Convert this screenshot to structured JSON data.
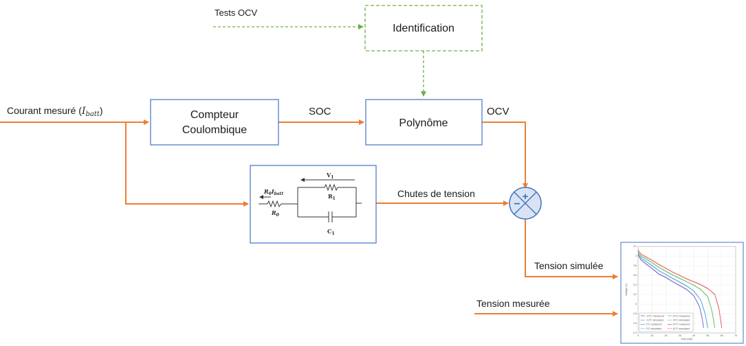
{
  "inputs": {
    "tests_ocv": "Tests OCV",
    "courant_prefix": "Courant mesuré (",
    "courant_symbol": "I",
    "courant_subscript": "batt",
    "courant_suffix": ")",
    "tension_mesuree": "Tension mesurée"
  },
  "blocks": {
    "identification": "Identification",
    "compteur_line1": "Compteur",
    "compteur_line2": "Coulombique",
    "polynome": "Polynôme"
  },
  "signals": {
    "soc": "SOC",
    "ocv": "OCV",
    "chutes": "Chutes de tension",
    "tension_simulee": "Tension simulée"
  },
  "circuit": {
    "v1_main": "V",
    "v1_sub": "1",
    "r1_main": "R",
    "r1_sub": "1",
    "r0_main": "R",
    "r0_sub": "0",
    "c1_main": "C",
    "c1_sub": "1",
    "r0i_main": "R",
    "r0i_sub": "0",
    "r0i_main2": "I",
    "r0i_sub2": "batt"
  },
  "summing_junction": {
    "plus": "+",
    "minus": "−"
  },
  "colors": {
    "signal": "#ed7d31",
    "identification": "#70ad47",
    "box_border": "#4472c4",
    "junction_fill": "#dae3f3"
  },
  "chart_data": {
    "type": "line",
    "xlabel": "Time (min)",
    "ylabel": "Voltage (V)",
    "xlim": [
      0,
      70
    ],
    "ylim": [
      2.4,
      4.2
    ],
    "x_ticks": [
      "0",
      "10",
      "20",
      "30",
      "40",
      "50",
      "60",
      "70"
    ],
    "y_ticks": [
      "2.4",
      "2.6",
      "2.8",
      "3",
      "3.2",
      "3.4",
      "3.6",
      "3.8",
      "4",
      "4.2"
    ],
    "grid": true,
    "legend_position": "bottom-left",
    "series": [
      {
        "name": "-10°C measured",
        "color": "#7b5cc6",
        "dashed": false,
        "x": [
          0,
          2,
          5,
          10,
          15,
          20,
          25,
          30,
          35,
          40,
          44,
          46,
          47
        ],
        "y": [
          4.02,
          3.92,
          3.85,
          3.74,
          3.62,
          3.55,
          3.46,
          3.38,
          3.3,
          3.17,
          2.95,
          2.7,
          2.5
        ]
      },
      {
        "name": "-10°C simulated",
        "color": "#7b5cc6",
        "dashed": true,
        "x": [
          0,
          2,
          5,
          10,
          15,
          20,
          25,
          30,
          35,
          40,
          44,
          46,
          47
        ],
        "y": [
          4.03,
          3.93,
          3.86,
          3.75,
          3.63,
          3.56,
          3.47,
          3.39,
          3.31,
          3.18,
          2.96,
          2.72,
          2.52
        ]
      },
      {
        "name": "0°C measured",
        "color": "#4aa3df",
        "dashed": false,
        "x": [
          0,
          2,
          5,
          10,
          15,
          20,
          25,
          30,
          35,
          40,
          45,
          48,
          50
        ],
        "y": [
          4.05,
          3.96,
          3.9,
          3.8,
          3.69,
          3.61,
          3.53,
          3.45,
          3.37,
          3.27,
          3.08,
          2.8,
          2.5
        ]
      },
      {
        "name": "0°C simulated",
        "color": "#4aa3df",
        "dashed": true,
        "x": [
          0,
          2,
          5,
          10,
          15,
          20,
          25,
          30,
          35,
          40,
          45,
          48,
          50
        ],
        "y": [
          4.06,
          3.97,
          3.91,
          3.81,
          3.7,
          3.62,
          3.54,
          3.46,
          3.38,
          3.28,
          3.09,
          2.82,
          2.52
        ]
      },
      {
        "name": "20°C measured",
        "color": "#5fbf5f",
        "dashed": false,
        "x": [
          0,
          2,
          5,
          10,
          15,
          20,
          25,
          30,
          35,
          40,
          45,
          50,
          53,
          55
        ],
        "y": [
          4.08,
          4.0,
          3.95,
          3.86,
          3.76,
          3.68,
          3.6,
          3.53,
          3.46,
          3.39,
          3.3,
          3.15,
          2.85,
          2.5
        ]
      },
      {
        "name": "20°C simulated",
        "color": "#5fbf5f",
        "dashed": true,
        "x": [
          0,
          2,
          5,
          10,
          15,
          20,
          25,
          30,
          35,
          40,
          45,
          50,
          53,
          55
        ],
        "y": [
          4.09,
          4.01,
          3.96,
          3.87,
          3.77,
          3.69,
          3.61,
          3.54,
          3.47,
          3.4,
          3.31,
          3.16,
          2.87,
          2.52
        ]
      },
      {
        "name": "40°C measured",
        "color": "#e05a5a",
        "dashed": false,
        "x": [
          0,
          2,
          5,
          10,
          15,
          20,
          25,
          30,
          35,
          40,
          45,
          50,
          55,
          58,
          60
        ],
        "y": [
          4.12,
          4.04,
          3.99,
          3.91,
          3.82,
          3.74,
          3.66,
          3.59,
          3.52,
          3.46,
          3.4,
          3.32,
          3.2,
          2.9,
          2.5
        ]
      },
      {
        "name": "40°C simulated",
        "color": "#e05a5a",
        "dashed": true,
        "x": [
          0,
          2,
          5,
          10,
          15,
          20,
          25,
          30,
          35,
          40,
          45,
          50,
          55,
          58,
          60
        ],
        "y": [
          4.13,
          4.05,
          4.0,
          3.92,
          3.83,
          3.75,
          3.67,
          3.6,
          3.53,
          3.47,
          3.41,
          3.33,
          3.21,
          2.92,
          2.52
        ]
      }
    ],
    "legend_order": [
      0,
      4,
      1,
      5,
      2,
      6,
      3,
      7
    ]
  }
}
